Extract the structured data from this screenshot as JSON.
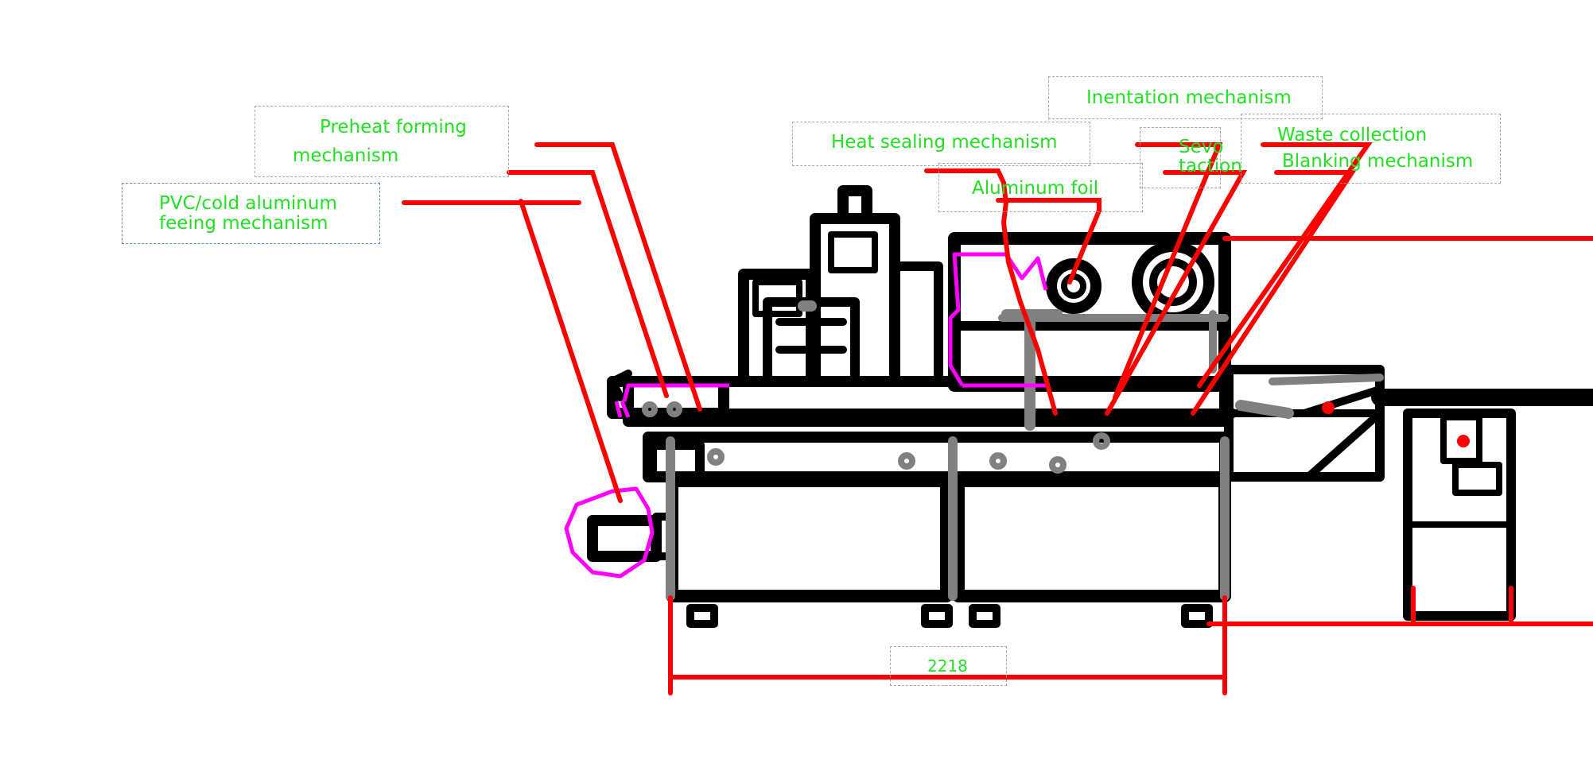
{
  "colors": {
    "frame": "#000000",
    "accent_gray": "#808080",
    "leader": "#ff0000",
    "label": "#22e022",
    "highlight": "#ff00ff"
  },
  "labels": {
    "preheat_line1": "Preheat forming",
    "preheat_line2": "mechanism",
    "pvc_line1": "PVC/cold aluminum",
    "pvc_line2": "feeing mechanism",
    "heat_sealing": "Heat sealing mechanism",
    "aluminum_foil": "Aluminum foil",
    "indentation": "Inentation mechanism",
    "servo_line1": "Sevo",
    "servo_line2": "taction",
    "waste": "Waste collection",
    "blanking": "Blanking mechanism"
  },
  "dimension": {
    "value": "2218"
  }
}
